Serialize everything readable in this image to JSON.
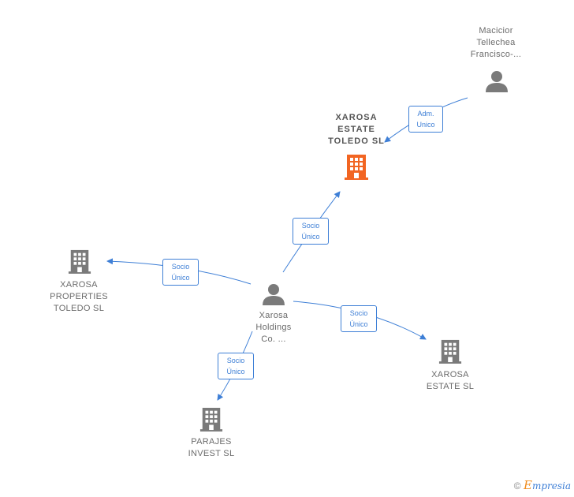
{
  "nodes": {
    "macicior": {
      "label": [
        "Macicior",
        "Tellechea",
        "Francisco-..."
      ],
      "type": "person"
    },
    "xarosa_estate_toledo": {
      "label": [
        "XAROSA",
        "ESTATE",
        "TOLEDO  SL"
      ],
      "type": "company",
      "highlight": true
    },
    "xarosa_properties": {
      "label": [
        "XAROSA",
        "PROPERTIES",
        "TOLEDO  SL"
      ],
      "type": "company"
    },
    "xarosa_holdings": {
      "label": [
        "Xarosa",
        "Holdings",
        "Co. ..."
      ],
      "type": "person"
    },
    "xarosa_estate": {
      "label": [
        "XAROSA",
        "ESTATE  SL"
      ],
      "type": "company"
    },
    "parajes_invest": {
      "label": [
        "PARAJES",
        "INVEST  SL"
      ],
      "type": "company"
    }
  },
  "edges": [
    {
      "id": "adm",
      "label": [
        "Adm.",
        "Unico"
      ]
    },
    {
      "id": "socio_toledo",
      "label": [
        "Socio",
        "Único"
      ]
    },
    {
      "id": "socio_properties",
      "label": [
        "Socio",
        "Único"
      ]
    },
    {
      "id": "socio_estate",
      "label": [
        "Socio",
        "Único"
      ]
    },
    {
      "id": "socio_parajes",
      "label": [
        "Socio",
        "Único"
      ]
    }
  ],
  "brand": {
    "copyright": "©",
    "initial": "E",
    "name": "mpresia"
  },
  "colors": {
    "edge": "#3e7fd6",
    "icon": "#7a7a7a",
    "highlight": "#f26522"
  }
}
